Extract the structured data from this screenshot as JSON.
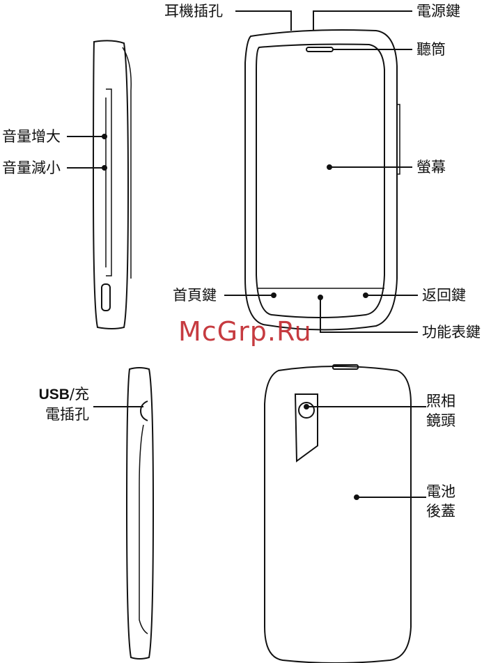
{
  "labels": {
    "headphone_jack": "耳機插孔",
    "power_key": "電源鍵",
    "earpiece": "聽筒",
    "volume_up": "音量增大",
    "volume_down": "音量減小",
    "screen": "螢幕",
    "home_key": "首頁鍵",
    "back_key": "返回鍵",
    "menu_key": "功能表鍵",
    "usb_bold": "USB",
    "usb_rest": "/充",
    "usb_line2": "電插孔",
    "camera_line1": "照相",
    "camera_line2": "鏡頭",
    "battery_line1": "電池",
    "battery_line2": "後蓋"
  },
  "watermark": "McGrp.Ru",
  "colors": {
    "line": "#111111",
    "watermark": "#c0262c",
    "background": "#ffffff"
  }
}
